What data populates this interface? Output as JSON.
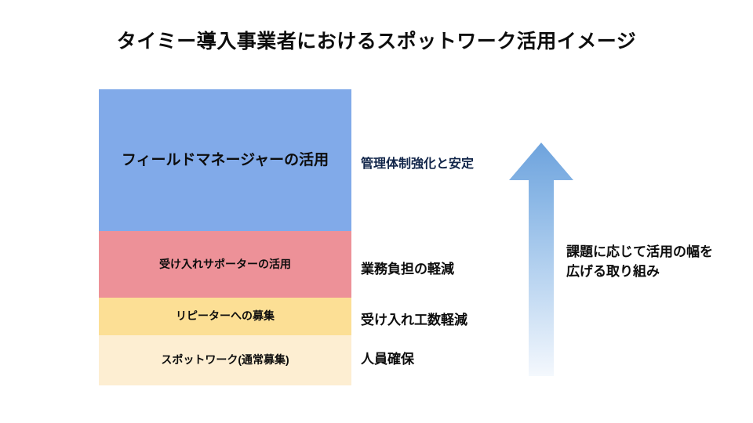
{
  "slide": {
    "title": "タイミー導入事業者におけるスポットワーク活用イメージ",
    "background_color": "#ffffff"
  },
  "stack": {
    "name": "utilization-stack",
    "blocks": [
      {
        "label": "フィールドマネージャーの活用",
        "color": "#81aae9"
      },
      {
        "label": "受け入れサポーターの活用",
        "color": "#ed9198"
      },
      {
        "label": "リピーターへの募集",
        "color": "#fcdf95"
      },
      {
        "label": "スポットワーク(通常募集)",
        "color": "#fdeed2"
      }
    ]
  },
  "benefits": [
    {
      "label": "管理体制強化と安定",
      "color": "#12264a"
    },
    {
      "label": "業務負担の軽減",
      "color": "#0d0d0d"
    },
    {
      "label": "受け入れ工数軽減",
      "color": "#0d0d0d"
    },
    {
      "label": "人員確保",
      "color": "#0d0d0d"
    }
  ],
  "arrow": {
    "name": "up-arrow-icon",
    "direction": "up",
    "gradient_top_color": "#6ea3dd",
    "gradient_bottom_color": "#f4f8fd",
    "caption_line_1": "課題に応じて活用の幅を",
    "caption_line_2": "広げる取り組み"
  }
}
